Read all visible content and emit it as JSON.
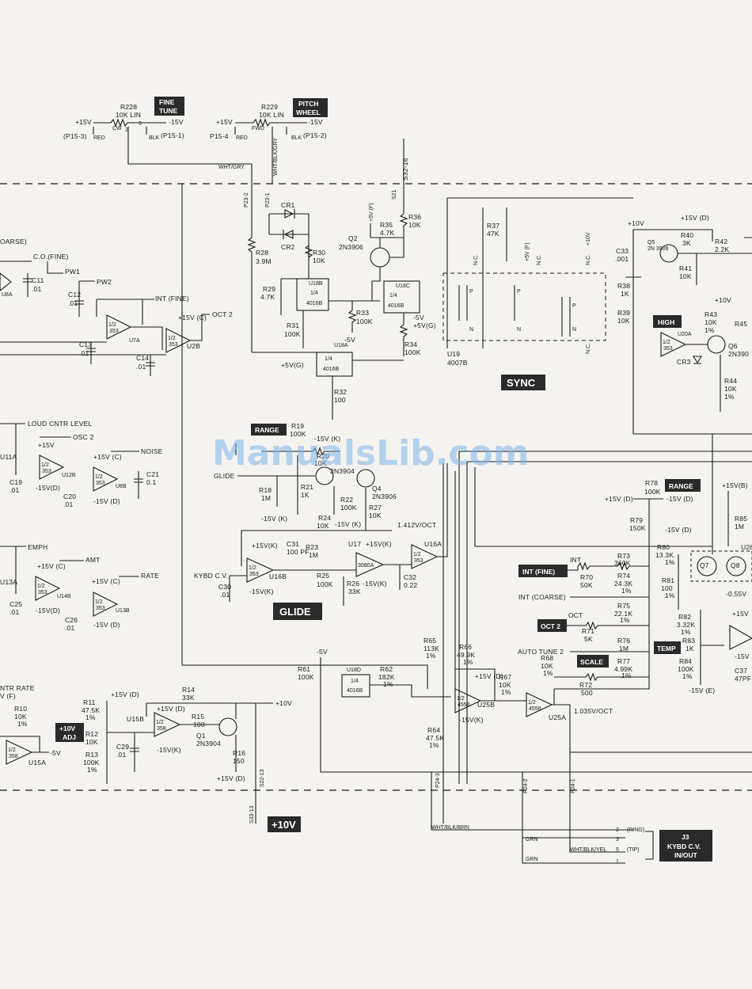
{
  "watermark": "ManualsLib.com",
  "boxes": {
    "fine_tune": [
      "FINE",
      "TUNE"
    ],
    "pitch_wheel": [
      "PITCH",
      "WHEEL"
    ],
    "sync": "SYNC",
    "high": "HIGH",
    "range_top": "RANGE",
    "range_right": "RANGE",
    "glide": "GLIDE",
    "int_fine": "INT (FINE)",
    "oct2": "OCT 2",
    "temp": "TEMP",
    "scale": "SCALE",
    "adj": [
      "+10V",
      "ADJ"
    ],
    "plus10v": "+10V",
    "j3": [
      "J3",
      "KYBD C.V.",
      "IN/OUT"
    ]
  },
  "labels": {
    "r228": "R228",
    "r228_val": "10K LIN",
    "r229": "R229",
    "r229_val": "10K LIN",
    "p15_3": "(P15-3)",
    "p15_1": "(P15-1)",
    "p15_4": "P15-4",
    "p15_2": "(P15-2)",
    "p15v_a": "+15V",
    "m15v_a": "-15V",
    "p15v_b": "+15V",
    "m15v_b": "-15V",
    "red_a": "RED",
    "blk_a": "BLK",
    "red_b": "RED",
    "blk_b": "BLK",
    "cw": "CW",
    "fwd": "FWD",
    "wht_gry": "WHT/GRY",
    "wht_blk_gry": "WHT/BLK/GRY",
    "s32_16": "S32-16",
    "s21": "S21",
    "p23_2": "P23-2",
    "p23_1": "P23-1",
    "coarse": "OARSE)",
    "co_fine": "C.O.(FINE)",
    "pw1": "PW1",
    "pw2": "PW2",
    "int_fine_t": "INT (FINE)",
    "oct2_t": "OCT 2",
    "u8a": "U8A",
    "u7a": "U7A",
    "u2b": "U2B",
    "c11": "C11",
    "c11v": ".01",
    "c12": "C12",
    "c12v": ".01",
    "c13": "C13",
    "c13v": ".01",
    "c14": "C14",
    "c14v": ".01",
    "p15vc_a": "+15V (C)",
    "cr1": "CR1",
    "cr2": "CR2",
    "r28": "R28",
    "r28v": "3.9M",
    "r29": "R29",
    "r29v": "4.7K",
    "r30": "R30",
    "r30v": "10K",
    "r31": "R31",
    "r31v": "100K",
    "r33": "R33",
    "r33v": "100K",
    "r34": "R34",
    "r34v": "100K",
    "r35": "R35",
    "r35v": "4.7K",
    "r36": "R36",
    "r36v": "10K",
    "r37": "R37",
    "r37v": "47K",
    "r32": "R32",
    "r32v": "100",
    "q2": "Q2",
    "q2t": "2N3906",
    "u18b": "U18B",
    "u18c": "U18C",
    "u18a": "U18A",
    "u18t": "4016B",
    "quarter": "1/4",
    "m5v": "-5V",
    "p5vg": "+5V(G)",
    "p5vf": "+5V (F)",
    "u19": "U19",
    "u19t": "4007B",
    "nc": "N.C.",
    "p10v": "+10V",
    "p15vd": "+15V (D)",
    "q5": "Q5",
    "q5t": "2N 3906",
    "r40": "R40",
    "r40v": "3K",
    "r42": "R42",
    "r42v": "2.2K",
    "r41": "R41",
    "r41v": "10K",
    "r38": "R38",
    "r38v": "1K",
    "r39": "R39",
    "r39v": "10K",
    "c33": "C33",
    "c33v": ".001",
    "r43": "R43",
    "r43v": "10K",
    "r43t": "1%",
    "r45": "R45",
    "u20a": "U20A",
    "q6": "Q6",
    "q6t": "2N390",
    "cr3": "CR3",
    "r44": "R44",
    "r44v": "10K",
    "r44t": "1%",
    "loud": "LOUD CNTR LEVEL",
    "osc2": "OSC 2",
    "noise": "NOISE",
    "u11a": "U11A",
    "u12b": "U12B",
    "u8b": "U8B",
    "c19": "C19",
    "c19v": ".01",
    "c20": "C20",
    "c20v": ".01",
    "c21": "C21",
    "c21v": "0.1",
    "p15v": "+15V",
    "p15vc": "+15V (C)",
    "m15vd": "-15V(D)",
    "m15vd2": "-15V (D)",
    "r19": "R19",
    "r19v": "100K",
    "m15vk": "-15V (K)",
    "r20": "R20",
    "r20v": "10K",
    "r21": "R21",
    "r21v": "1K",
    "r18": "R18",
    "r18v": "1M",
    "r22": "R22",
    "r22v": "100K",
    "r27": "R27",
    "r27v": "10K",
    "q3t": "2N3904",
    "q4": "Q4",
    "q4t": "2N3906",
    "glide_in": "GLIDE",
    "r24": "R24",
    "r24v": "10K",
    "r25": "R25",
    "r25v": "100K",
    "r26": "R26",
    "r26v": "33K",
    "r23": "R23",
    "r23v": "1M",
    "c31": "C31",
    "c31v": "100 PF",
    "c30": "C30",
    "c30v": ".01",
    "c32": "C32",
    "c32v": "0.22",
    "u16a": "U16A",
    "u16b": "U16B",
    "u17": "U17",
    "u17t": "3080A",
    "oct_1412": "1.412V/OCT",
    "p15vk": "+15V(K)",
    "m15vk2": "-15V(K)",
    "kybd_cv": "KYBD C.V.",
    "emph": "EMPH",
    "amt": "AMT",
    "rate": "RATE",
    "u13a": "U13A",
    "u14b": "U14B",
    "u13b": "U13B",
    "c25": "C25",
    "c25v": ".01",
    "c26": "C26",
    "c26v": ".01",
    "r78": "R78",
    "r78v": "100K",
    "r79": "R79",
    "r79v": "150K",
    "r80": "R80",
    "r80v": "13.3K",
    "r81": "R81",
    "r81v": "100",
    "r70": "R70",
    "r70v": "50K",
    "r73": "R73",
    "r73v": "360K",
    "r74": "R74",
    "r74v": "24.3K",
    "r75": "R75",
    "r75v": "22.1K",
    "r71": "R71",
    "r71v": "5K",
    "r76": "R76",
    "r76v": "1M",
    "r77": "R77",
    "r77v": "4.99K",
    "r72": "R72",
    "r72v": "500",
    "r82": "R82",
    "r82v": "3.32K",
    "r83": "R83",
    "r83v": "1K",
    "r84": "R84",
    "r84v": "100K",
    "r85": "R85",
    "r85v": "1M",
    "int": "INT",
    "oct": "OCT",
    "int_coarse": "INT (COARSE)",
    "auto_tune": "AUTO TUNE 2",
    "one_pct": "1%",
    "q7": "Q7",
    "q8": "Q8",
    "u26": "U26",
    "m055": "-0.55V",
    "p15vb": "+15V(B)",
    "p15ve": "-15V (E)",
    "c37": "C37",
    "c37v": "47PF",
    "r65": "R65",
    "r65v": "113K",
    "r66": "R66",
    "r66v": "49.9K",
    "r68": "R68",
    "r68v": "10K",
    "r67": "R67",
    "r67v": "10K",
    "r62": "R62",
    "r62v": "182K",
    "r61": "R61",
    "r61v": "100K",
    "r64": "R64",
    "r64v": "47.5K",
    "u18d": "U18D",
    "u25b": "U25B",
    "u25a": "U25A",
    "u25t": "4558",
    "oct_1035": "1.035V/OCT",
    "p15vd2": "+15V (D)",
    "cntr_rate": "NTR RATE",
    "vf": "V (F)",
    "r10": "R10",
    "r10v": "10K",
    "u15a": "U15A",
    "m5v2": "-5V",
    "r11": "R11",
    "r11v": "47.5K",
    "r12": "R12",
    "r12v": "10K",
    "r13": "R13",
    "r13v": "100K",
    "r14": "R14",
    "r14v": "33K",
    "r15": "R15",
    "r15v": "100",
    "r16": "R16",
    "r16v": "150",
    "u15b": "U15B",
    "q1": "Q1",
    "q1t": "2N3904",
    "c29": "C29",
    "c29v": ".01",
    "plus10v_line": "+10V",
    "s22_13": "S22-13",
    "s33_13": "S33-13",
    "p24_3": "P24-3",
    "p24_2": "P24-2",
    "p24_1": "P24-1",
    "wht_blk_brn": "WHT/BLK/BRN",
    "wht_blk_yel": "WHT/BLK/YEL",
    "grn": "GRN",
    "ring": "(RING)",
    "tip": "(TIP)"
  }
}
